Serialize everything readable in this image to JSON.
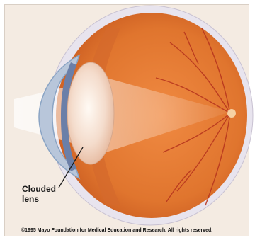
{
  "diagram": {
    "label_line1": "Clouded",
    "label_line2": "lens",
    "copyright": "©1995 Mayo Foundation for Medical Education and Research. All rights reserved."
  },
  "colors": {
    "background": "#f4ebe2",
    "sclera": "#e8e4ee",
    "eyeball_interior": "#e0752e",
    "lens": "#f7e9de",
    "vessel": "#b8361e",
    "cornea": "#8aa4c4"
  }
}
